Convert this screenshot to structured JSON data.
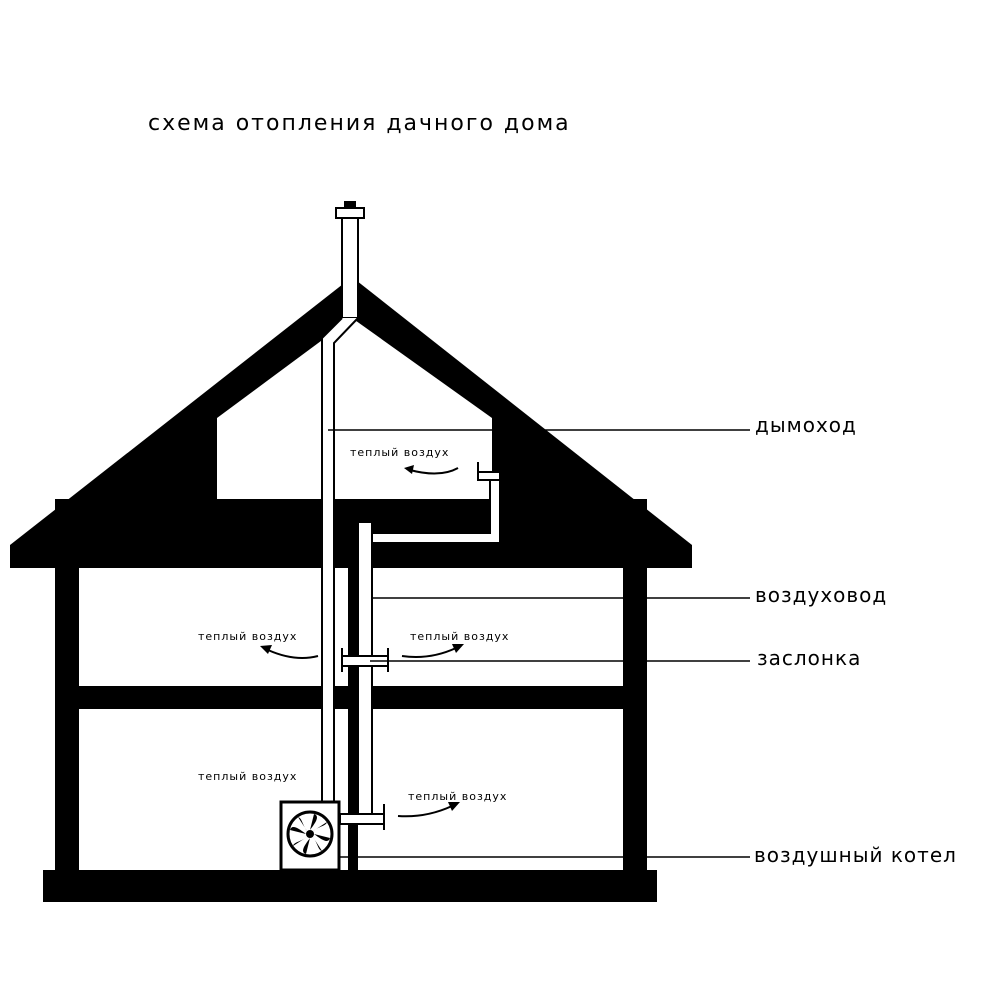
{
  "title": "схема отопления дачного дома",
  "callouts": {
    "chimney": "дымоход",
    "air_duct": "воздуховод",
    "damper": "заслонка",
    "air_boiler": "воздушный котел"
  },
  "warm_air_label": "теплый воздух",
  "colors": {
    "ink": "#000000",
    "paper": "#ffffff"
  },
  "icons": {
    "boiler_fan": "fan-icon"
  }
}
